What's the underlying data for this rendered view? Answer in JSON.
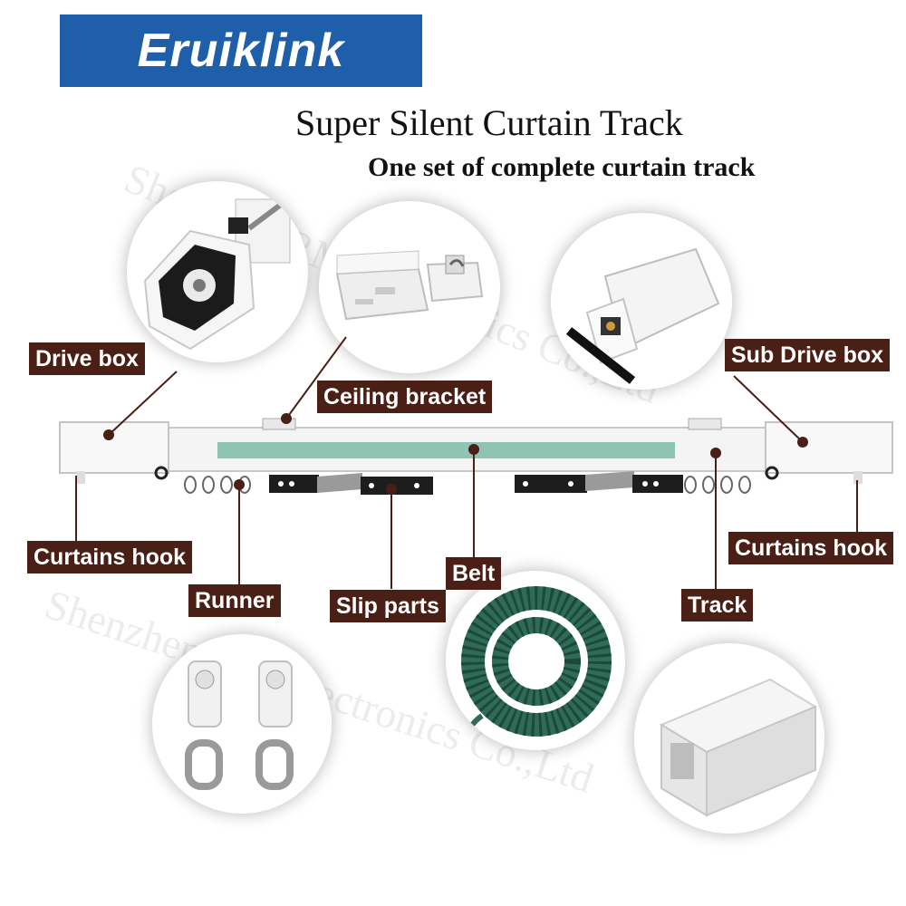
{
  "brand": {
    "logo": "Eruiklink",
    "logo_bg": "#1f5ea8"
  },
  "header": {
    "title": "Super Silent Curtain Track",
    "subtitle": "One set of complete curtain track"
  },
  "labels": {
    "drive_box": "Drive box",
    "ceiling_bracket": "Ceiling bracket",
    "sub_drive_box": "Sub Drive box",
    "curtains_hook_left": "Curtains hook",
    "curtains_hook_right": "Curtains hook",
    "runner": "Runner",
    "slip_parts": "Slip parts",
    "belt": "Belt",
    "track": "Track"
  },
  "watermark": "Shenzhen RM Electronics Co.,Ltd",
  "colors": {
    "label_bg": "#4a1f15",
    "belt_green": "#2f6b55",
    "track_inner": "#8fc4b3"
  }
}
